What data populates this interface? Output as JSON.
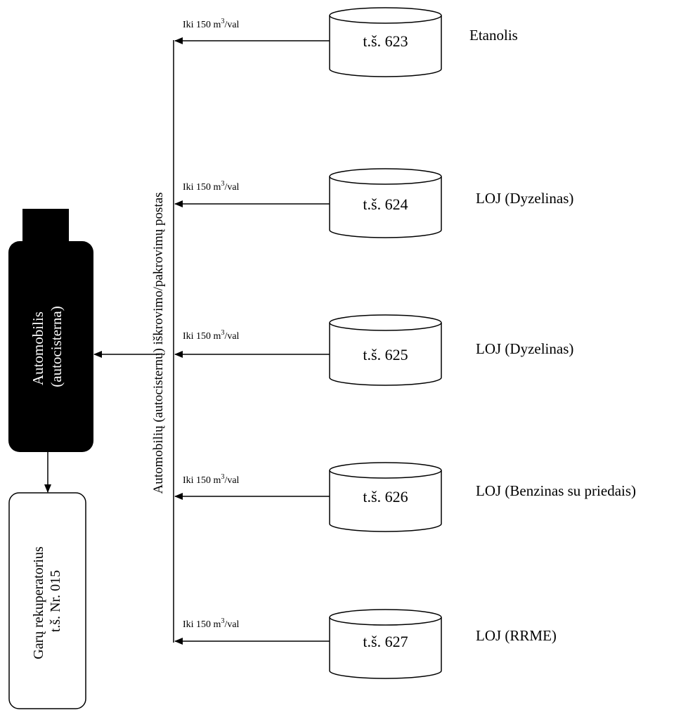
{
  "loading_post": {
    "label": "Automobilių (autocisternų) iškrovimo/pakrovimų postas"
  },
  "truck": {
    "line1": "Automobilis",
    "line2": "(autocisterna)",
    "color": "#000000",
    "text_color": "#ffffff"
  },
  "recuperator": {
    "line1": "Garų rekuperatorius",
    "line2": "t.š. Nr. 015"
  },
  "flow": {
    "prefix": "Iki 150 m",
    "superscript": "3",
    "suffix": "/val"
  },
  "tanks": [
    {
      "id": "t.š. 623",
      "product": "Etanolis"
    },
    {
      "id": "t.š. 624",
      "product": "LOJ (Dyzelinas)"
    },
    {
      "id": "t.š. 625",
      "product": "LOJ (Dyzelinas)"
    },
    {
      "id": "t.š. 626",
      "product": "LOJ (Benzinas su priedais)"
    },
    {
      "id": "t.š. 627",
      "product": "LOJ (RRME)"
    }
  ]
}
